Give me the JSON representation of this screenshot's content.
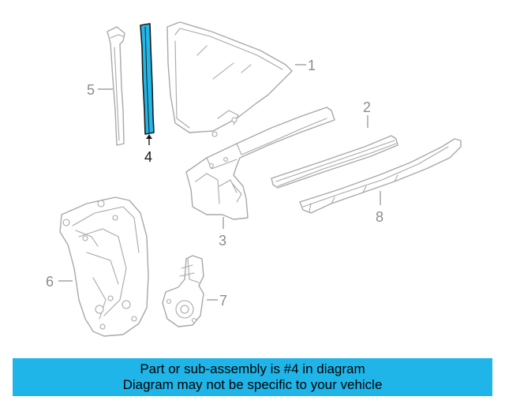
{
  "callouts": {
    "c1": "1",
    "c2": "2",
    "c3": "3",
    "c4": "4",
    "c5": "5",
    "c6": "6",
    "c7": "7",
    "c8": "8"
  },
  "highlighted_part": "4",
  "colors": {
    "highlight": "#22b7e8",
    "banner": "#1fb5e8",
    "line": "#a8a8a8"
  },
  "banner": {
    "line1": "Part or sub-assembly is #4 in diagram",
    "line2": "Diagram may not be specific to your vehicle"
  }
}
